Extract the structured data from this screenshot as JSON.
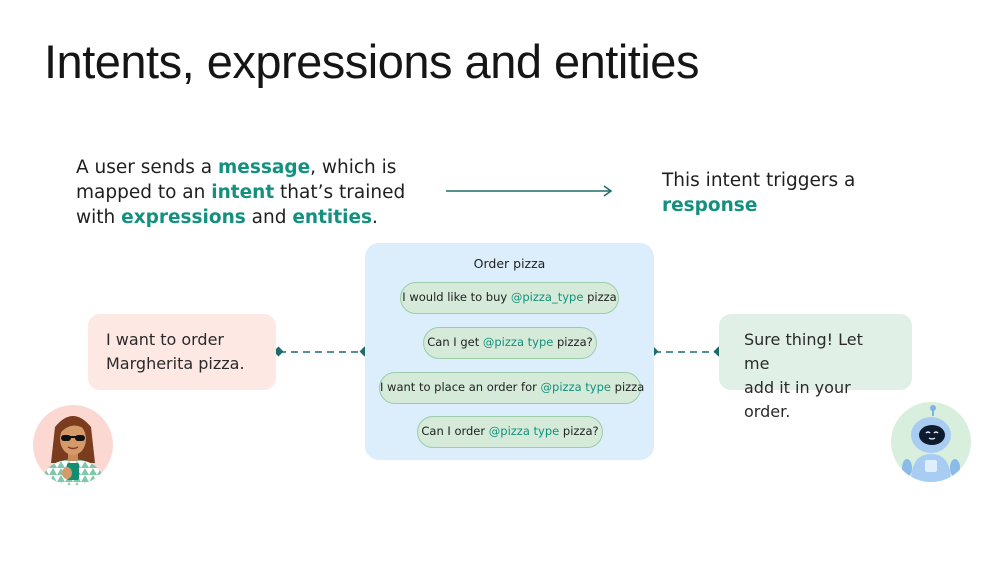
{
  "title": "Intents, expressions and entities",
  "intro": {
    "part1": "A user sends a ",
    "message": "message",
    "part2": ", which is mapped to an ",
    "intent": "intent",
    "part3": " that’s trained with ",
    "expressions": "expressions",
    "part4": " and ",
    "entities": "entities",
    "part5": "."
  },
  "response_text": {
    "part1": "This intent triggers a ",
    "response": "response"
  },
  "user_message": {
    "line1": "I want to order",
    "line2": "Margherita pizza."
  },
  "bot_message": {
    "line1": "Sure thing! Let me",
    "line2": "add it in your order."
  },
  "intent": {
    "name": "Order pizza",
    "expressions": [
      {
        "before": "I would like to buy ",
        "entity": "@pizza_type",
        "after": " pizza"
      },
      {
        "before": "Can I get ",
        "entity": "@pizza type",
        "after": " pizza?"
      },
      {
        "before": "I want to place an order for ",
        "entity": "@pizza type",
        "after": " pizza"
      },
      {
        "before": "Can I order ",
        "entity": "@pizza type",
        "after": " pizza?"
      }
    ]
  },
  "colors": {
    "accent_teal": "#14917e",
    "connector": "#1e6b6b",
    "user_bubble": "#fde8e4",
    "bot_bubble": "#e1f0e6",
    "intent_panel": "#dceefb",
    "expression_pill": "#d5ead9"
  },
  "icons": {
    "user_avatar": "woman-with-sunglasses-avatar-icon",
    "bot_avatar": "robot-avatar-icon"
  }
}
